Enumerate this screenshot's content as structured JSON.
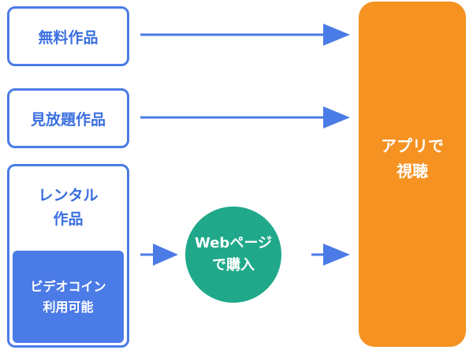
{
  "sources": {
    "free": "無料作品",
    "unlimited": "見放題作品",
    "rental_line1": "レンタル",
    "rental_line2": "作品"
  },
  "coin": {
    "line1": "ビデオコイン",
    "line2": "利用可能"
  },
  "purchase": {
    "line1": "Webページ",
    "line2": "で購入"
  },
  "app": {
    "line1": "アプリで",
    "line2": "視聴"
  },
  "colors": {
    "blue": "#4b7be6",
    "green": "#1fa98a",
    "orange": "#f59221"
  }
}
